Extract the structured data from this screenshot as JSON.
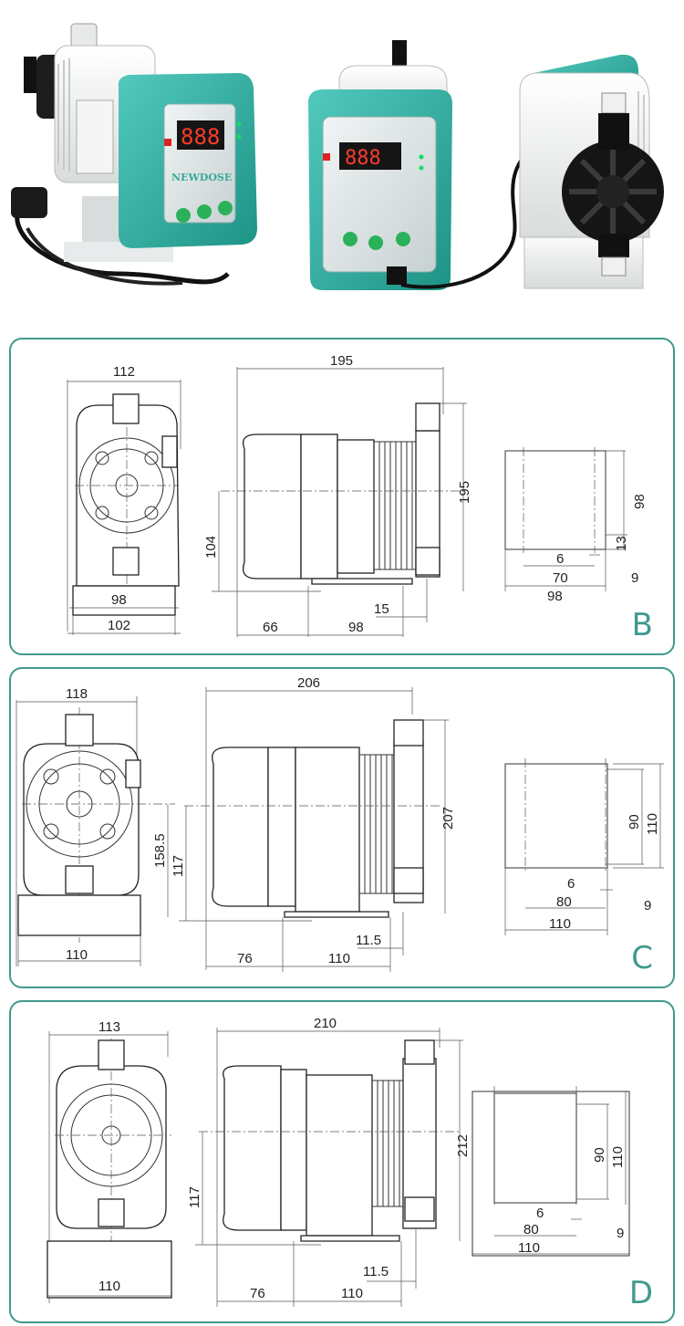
{
  "photo": {
    "pumps": [
      {
        "brand": "NEWDOSE",
        "display": "888"
      },
      {
        "display": "888"
      }
    ]
  },
  "panels": [
    {
      "letter": "B",
      "front": {
        "top_width": "112",
        "base_inner": "98",
        "base_outer": "102"
      },
      "side": {
        "length": "195",
        "height": "195",
        "center_height": "104",
        "left_offset": "66",
        "foot_span": "98",
        "foot_right": "15"
      },
      "footprint": {
        "height": "98",
        "slot_height": "13",
        "slot_width": "6",
        "inner_width": "70",
        "edge": "9",
        "outer_width": "98"
      }
    },
    {
      "letter": "C",
      "front": {
        "top_width": "118",
        "center_height": "158.5",
        "base_width": "110"
      },
      "side": {
        "length": "206",
        "height": "207",
        "center_height": "117",
        "left_offset": "76",
        "foot_span": "110",
        "foot_right": "11.5"
      },
      "footprint": {
        "height_inner": "90",
        "height_outer": "110",
        "slot_width": "6",
        "inner_width": "80",
        "edge": "9",
        "outer_width": "110"
      }
    },
    {
      "letter": "D",
      "front": {
        "top_width": "113",
        "base_width": "110"
      },
      "side": {
        "length": "210",
        "height": "212",
        "center_height": "117",
        "left_offset": "76",
        "foot_span": "110",
        "foot_right": "11.5"
      },
      "footprint": {
        "height_inner": "90",
        "height_outer": "110",
        "slot_width": "6",
        "inner_width": "80",
        "edge": "9",
        "outer_width": "110"
      }
    }
  ]
}
